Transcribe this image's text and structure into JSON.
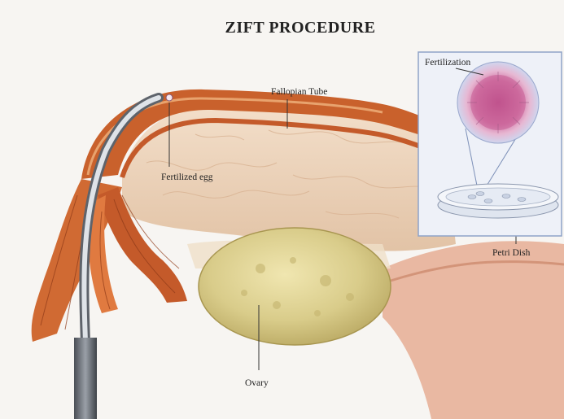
{
  "title": "ZIFT PROCEDURE",
  "labels": {
    "fallopian_tube": "Fallopian Tube",
    "fertilized_egg": "Fertilized egg",
    "fertilization": "Fertilization",
    "petri_dish": "Petri Dish",
    "ovary": "Ovary"
  },
  "colors": {
    "background": "#f7f5f2",
    "tube_orange": "#c9612c",
    "tube_lining": "#ecd2b8",
    "ovary": "#d9cc8a",
    "cell_pink": "#c75b93",
    "inset_bg": "#eef1f8",
    "inset_border": "#8fa3c8"
  }
}
